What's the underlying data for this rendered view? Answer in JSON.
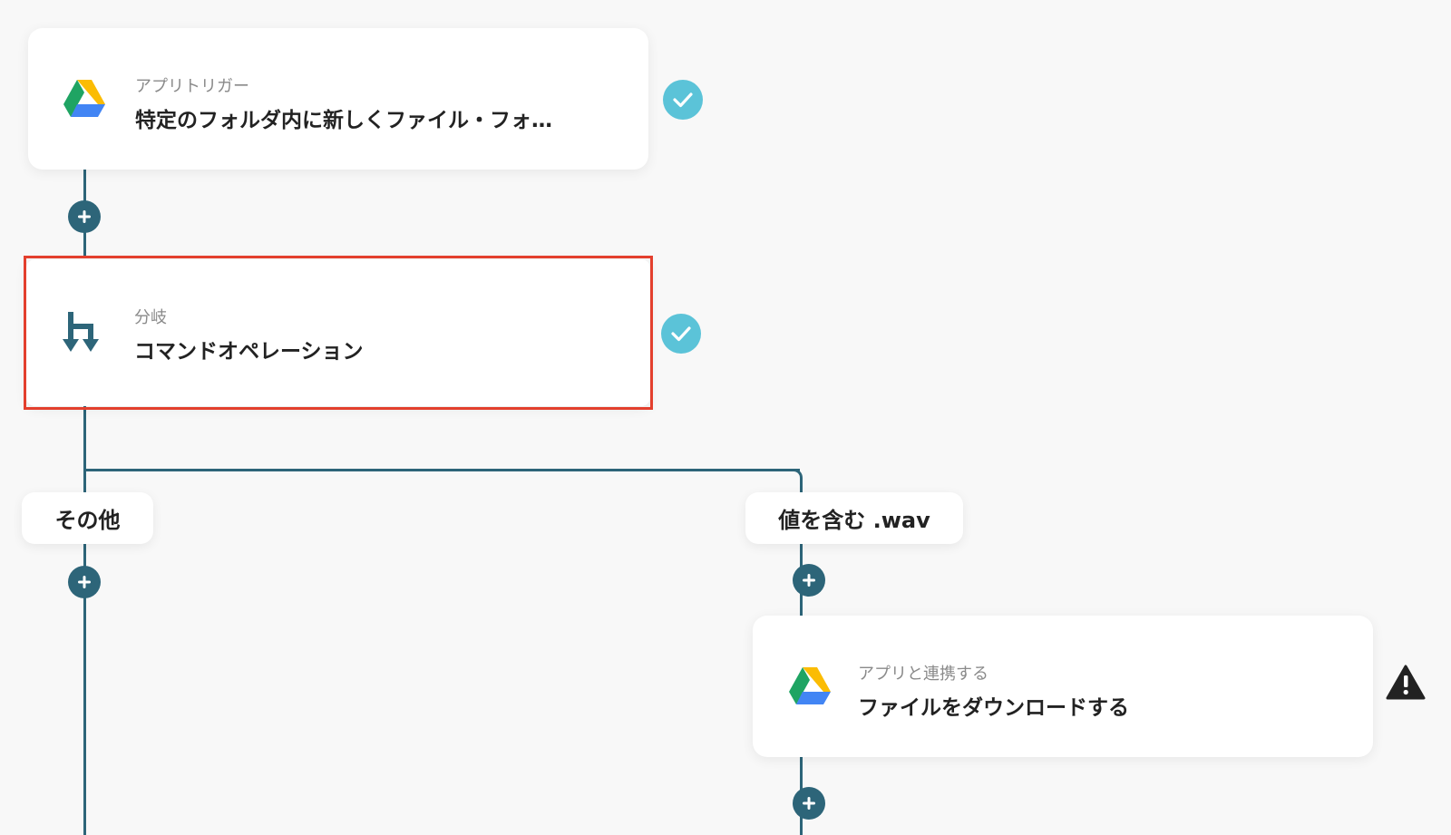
{
  "nodes": {
    "trigger": {
      "type_label": "アプリトリガー",
      "title": "特定のフォルダ内に新しくファイル・フォ…",
      "icon": "google-drive-icon",
      "status": "completed"
    },
    "branch": {
      "type_label": "分岐",
      "title": "コマンドオペレーション",
      "icon": "branch-icon",
      "status": "completed"
    },
    "download": {
      "type_label": "アプリと連携する",
      "title": "ファイルをダウンロードする",
      "icon": "google-drive-icon",
      "status": "warning"
    }
  },
  "branches": {
    "left_label": "その他",
    "right_label": "値を含む .wav"
  },
  "colors": {
    "connector": "#2d6579",
    "check": "#5bc3d8",
    "highlight": "#e33f2d",
    "warning": "#222222"
  }
}
